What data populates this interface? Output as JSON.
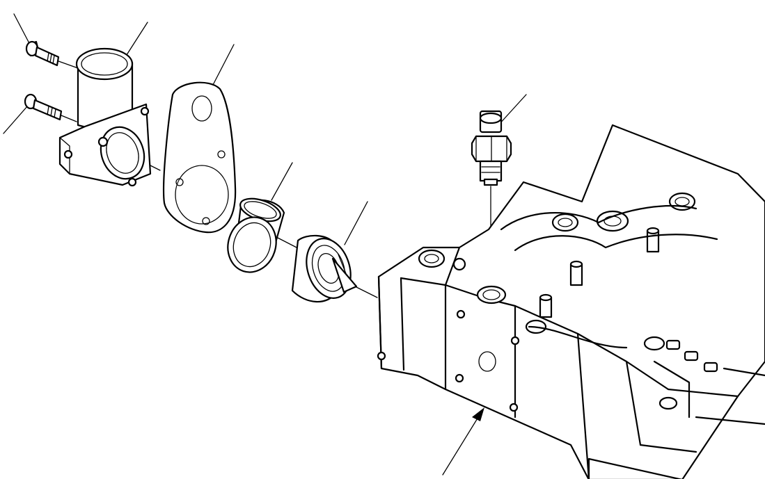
{
  "diagram": {
    "parts": [
      {
        "id": "bolt-upper"
      },
      {
        "id": "bolt-lower"
      },
      {
        "id": "water-outlet-elbow"
      },
      {
        "id": "gasket"
      },
      {
        "id": "seal-ring"
      },
      {
        "id": "thermostat"
      },
      {
        "id": "temperature-sensor"
      },
      {
        "id": "cylinder-head"
      }
    ],
    "colors": {
      "line": "#000000",
      "background": "#ffffff"
    }
  }
}
